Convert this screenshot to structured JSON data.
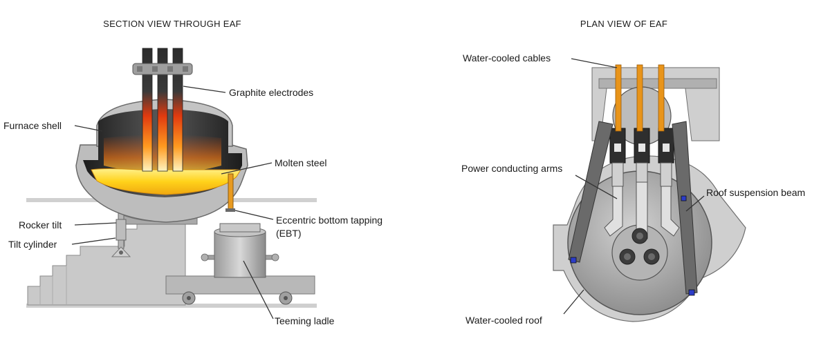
{
  "section_view": {
    "title": "SECTION VIEW THROUGH EAF",
    "labels": {
      "graphite_electrodes": "Graphite electrodes",
      "furnace_shell": "Furnace shell",
      "molten_steel": "Molten steel",
      "ebt_line1": "Eccentric bottom tapping",
      "ebt_line2": "(EBT)",
      "rocker_tilt": "Rocker tilt",
      "tilt_cylinder": "Tilt cylinder",
      "teeming_ladle": "Teeming ladle"
    }
  },
  "plan_view": {
    "title": "PLAN VIEW OF EAF",
    "labels": {
      "water_cooled_cables": "Water-cooled cables",
      "power_conducting_arms": "Power conducting arms",
      "roof_suspension_beam": "Roof suspension beam",
      "water_cooled_roof": "Water-cooled roof"
    }
  },
  "colors": {
    "steel_grey": "#9a9a9a",
    "light_grey": "#cfcfcf",
    "dark_grey": "#3a3a3a",
    "molten_yellow": "#ffd21a",
    "cable_orange": "#e8941a"
  }
}
